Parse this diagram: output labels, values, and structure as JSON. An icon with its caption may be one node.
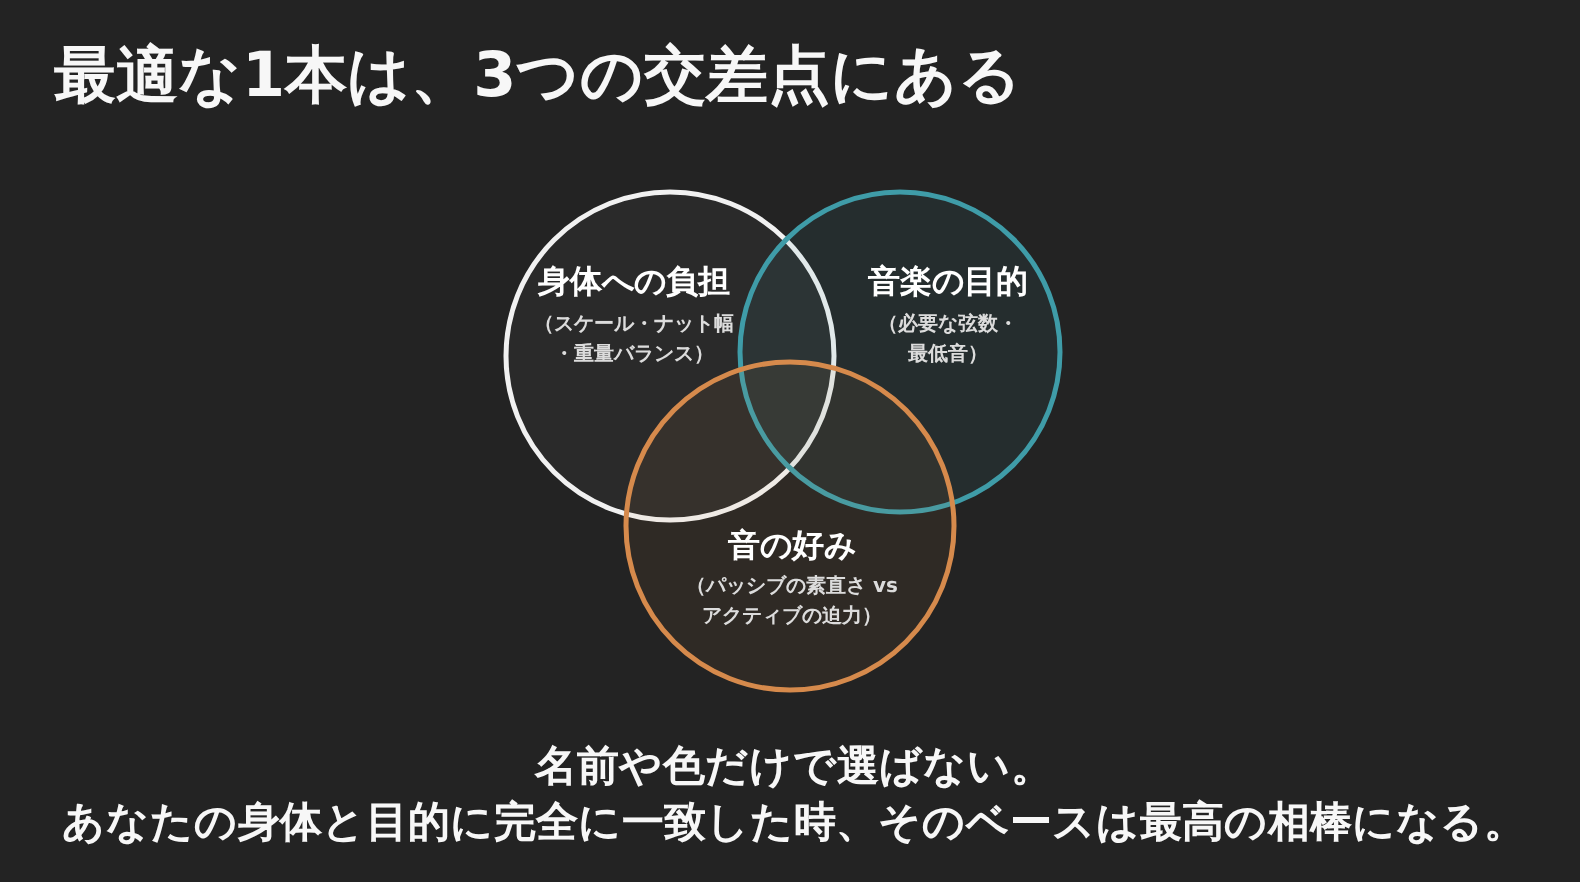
{
  "diagram": {
    "title": "最適な1本は、3つの交差点にある",
    "nodes": [
      {
        "text": [
          "身体への負担",
          "（スケール・ナット幅・重量バランス）"
        ]
      },
      {
        "text": [
          "音楽の目的",
          "（必要な弦数・最低音）"
        ]
      },
      {
        "text": [
          "音の好み",
          "（パッシブの素直さ vs アクティブの迫力）"
        ]
      }
    ],
    "labels": [
      "名前や色だけで選ばない。",
      "あなたの身体と目的に完全に一致した時、そのベースは最高の相棒になる。"
    ]
  }
}
